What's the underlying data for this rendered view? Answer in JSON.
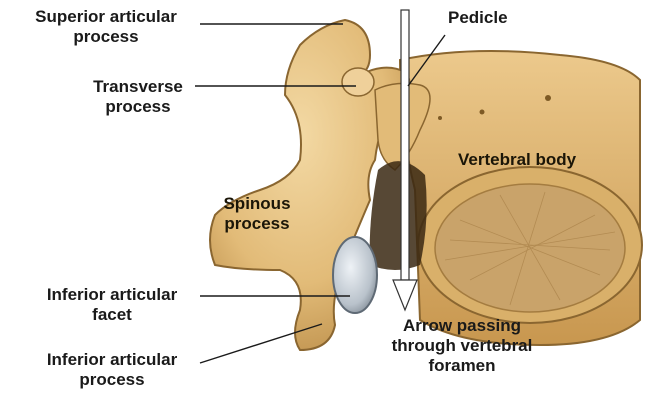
{
  "labels": {
    "superior_articular": [
      "Superior articular",
      "process"
    ],
    "transverse": [
      "Transverse",
      "process"
    ],
    "spinous": [
      "Spinous",
      "process"
    ],
    "inferior_facet": [
      "Inferior articular",
      "facet"
    ],
    "inferior_process": [
      "Inferior articular",
      "process"
    ],
    "pedicle": "Pedicle",
    "vertebral_body": "Vertebral body",
    "arrow_caption": [
      "Arrow passing",
      "through vertebral",
      "foramen"
    ]
  },
  "colors": {
    "bone": "#e7c383",
    "bone_shadow": "#c79a55",
    "bone_dark": "#9c7436",
    "spongy": "#c9a36a",
    "facet": "#bfc7cf",
    "leader": "#1a1a1a",
    "arrow": "#ffffff"
  }
}
